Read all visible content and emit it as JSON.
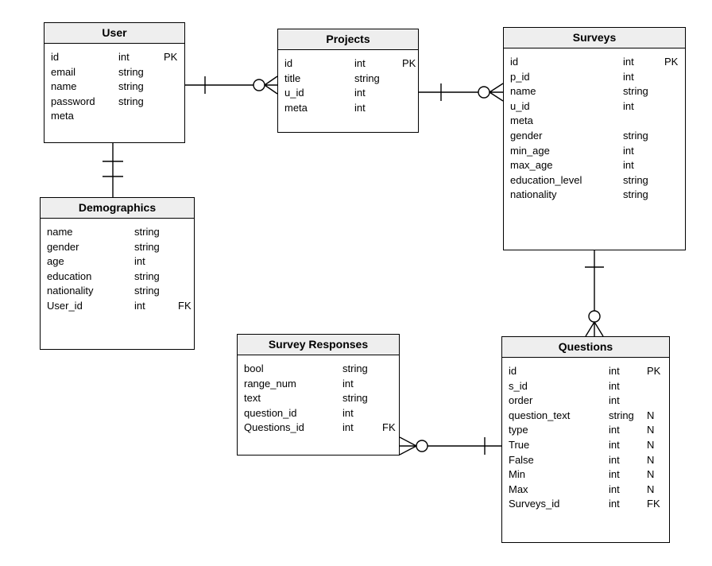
{
  "diagram": {
    "colors": {
      "header_bg": "#eeeeee",
      "border": "#000000",
      "line": "#000000",
      "canvas": "#ffffff",
      "text": "#000000"
    },
    "entities": [
      {
        "title": "User",
        "fields": [
          {
            "name": "id",
            "type": "int",
            "key": "PK"
          },
          {
            "name": "email",
            "type": "string",
            "key": ""
          },
          {
            "name": "name",
            "type": "string",
            "key": ""
          },
          {
            "name": "password",
            "type": "string",
            "key": ""
          },
          {
            "name": "meta",
            "type": "",
            "key": ""
          }
        ]
      },
      {
        "title": "Projects",
        "fields": [
          {
            "name": "id",
            "type": "int",
            "key": "PK"
          },
          {
            "name": "title",
            "type": "string",
            "key": ""
          },
          {
            "name": "u_id",
            "type": "int",
            "key": ""
          },
          {
            "name": "meta",
            "type": "int",
            "key": ""
          }
        ]
      },
      {
        "title": "Surveys",
        "fields": [
          {
            "name": "id",
            "type": "int",
            "key": "PK"
          },
          {
            "name": "p_id",
            "type": "int",
            "key": ""
          },
          {
            "name": "name",
            "type": "string",
            "key": ""
          },
          {
            "name": "u_id",
            "type": "int",
            "key": ""
          },
          {
            "name": "meta",
            "type": "",
            "key": ""
          },
          {
            "name": "gender",
            "type": "string",
            "key": ""
          },
          {
            "name": "min_age",
            "type": "int",
            "key": ""
          },
          {
            "name": "max_age",
            "type": "int",
            "key": ""
          },
          {
            "name": "education_level",
            "type": "string",
            "key": ""
          },
          {
            "name": "nationality",
            "type": "string",
            "key": ""
          }
        ]
      },
      {
        "title": "Demographics",
        "fields": [
          {
            "name": "name",
            "type": "string",
            "key": ""
          },
          {
            "name": "gender",
            "type": "string",
            "key": ""
          },
          {
            "name": "age",
            "type": "int",
            "key": ""
          },
          {
            "name": "education",
            "type": "string",
            "key": ""
          },
          {
            "name": "nationality",
            "type": "string",
            "key": ""
          },
          {
            "name": "User_id",
            "type": "int",
            "key": "FK"
          }
        ]
      },
      {
        "title": "Survey Responses",
        "fields": [
          {
            "name": "bool",
            "type": "string",
            "key": ""
          },
          {
            "name": "range_num",
            "type": "int",
            "key": ""
          },
          {
            "name": "text",
            "type": "string",
            "key": ""
          },
          {
            "name": "question_id",
            "type": "int",
            "key": ""
          },
          {
            "name": "Questions_id",
            "type": "int",
            "key": "FK"
          }
        ]
      },
      {
        "title": "Questions",
        "fields": [
          {
            "name": "id",
            "type": "int",
            "key": "PK"
          },
          {
            "name": "s_id",
            "type": "int",
            "key": ""
          },
          {
            "name": "order",
            "type": "int",
            "key": ""
          },
          {
            "name": "question_text",
            "type": "string",
            "key": "N"
          },
          {
            "name": "type",
            "type": "int",
            "key": "N"
          },
          {
            "name": "True",
            "type": "int",
            "key": "N"
          },
          {
            "name": "False",
            "type": "int",
            "key": "N"
          },
          {
            "name": "Min",
            "type": "int",
            "key": "N"
          },
          {
            "name": "Max",
            "type": "int",
            "key": "N"
          },
          {
            "name": "Surveys_id",
            "type": "int",
            "key": "FK"
          }
        ]
      }
    ],
    "relationships": [
      {
        "from": "User",
        "to": "Projects",
        "from_marker": "one",
        "to_marker": "zero-or-many"
      },
      {
        "from": "Projects",
        "to": "Surveys",
        "from_marker": "one",
        "to_marker": "zero-or-many"
      },
      {
        "from": "User",
        "to": "Demographics",
        "from_marker": "one",
        "to_marker": "one-and-only-one"
      },
      {
        "from": "Surveys",
        "to": "Questions",
        "from_marker": "one",
        "to_marker": "zero-or-many"
      },
      {
        "from": "Questions",
        "to": "Survey Responses",
        "from_marker": "one",
        "to_marker": "zero-or-many"
      }
    ]
  }
}
